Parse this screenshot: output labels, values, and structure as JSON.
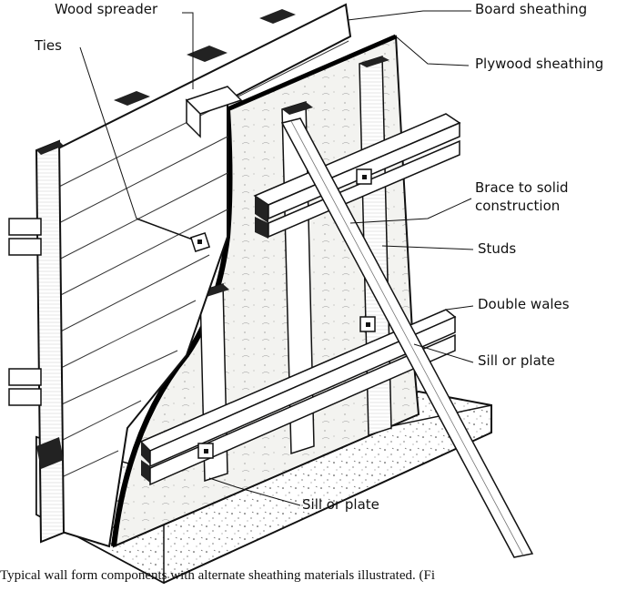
{
  "labels": {
    "wood_spreader": "Wood spreader",
    "board_sheathing": "Board sheathing",
    "ties": "Ties",
    "plywood_sheathing": "Plywood sheathing",
    "brace_line1": "Brace to solid",
    "brace_line2": "construction",
    "studs": "Studs",
    "double_wales": "Double wales",
    "sill_or_plate_right": "Sill or plate",
    "sill_or_plate_bottom": "Sill or plate"
  },
  "caption": "Typical wall form components with alternate sheathing materials illustrated. (Fi"
}
